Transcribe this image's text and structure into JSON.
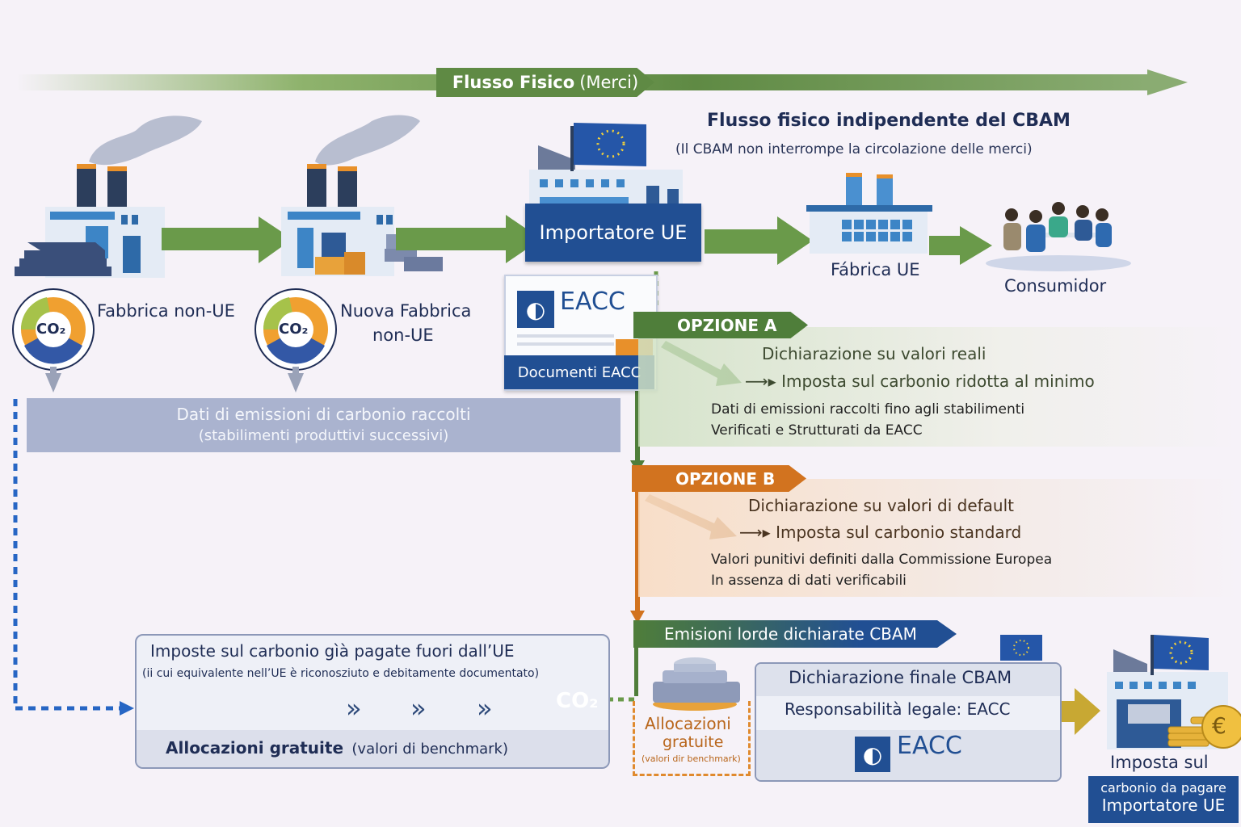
{
  "flow_banner": {
    "bold": "Flusso Fisico",
    "light": "(Merci)"
  },
  "independent_flow": {
    "title": "Flusso fisico indipendente del CBAM",
    "subtitle": "(Il CBAM non interrompe la circolazione delle merci)"
  },
  "nodes": {
    "factory_non_eu": "Fabbrica non-UE",
    "new_factory_line1": "Nuova Fabbrica",
    "new_factory_line2": "non-UE",
    "importer": "Importatore UE",
    "eu_factory": "Fábrica UE",
    "consumer": "Consumidor",
    "co2_gauge": "CO₂"
  },
  "documents": {
    "logo_text": "EACC",
    "footer": "Documenti EACC"
  },
  "emission_data": {
    "line1": "Dati di emissioni di carbonio raccolti",
    "line2": "(stabilimenti produttivi successivi)"
  },
  "option_a": {
    "tag": "OPZIONE A",
    "title": "Dichiarazione su valori reali",
    "result": "Imposta sul carbonio ridotta al minimo",
    "desc1": "Dati di emissioni raccolti fino agli stabilimenti",
    "desc2": "Verificati e Strutturati da EACC",
    "color": "#4f7e3a"
  },
  "option_b": {
    "tag": "OPZIONE B",
    "title": "Dichiarazione su valori di default",
    "result": "Imposta sul carbonio standard",
    "desc1": "Valori punitivi definiti dalla Commissione Europea",
    "desc2": "In assenza di dati verificabili",
    "color": "#d2731f"
  },
  "gross_emissions": {
    "label": "Emisioni  lorde dichiarate CBAM"
  },
  "external_taxes": {
    "title": "Imposte sul carbonio gìà pagate fuori dall’UE",
    "subtitle": "(ii cui equivalente nell’UE è riconosziuto e debitamente documentato)",
    "co2_badge": "CO₂",
    "chevrons": [
      "»",
      "»",
      "»"
    ],
    "footer_bold": "Allocazioni gratuite",
    "footer_light": "(valori di benchmark)"
  },
  "free_allocations": {
    "line1": "Allocazioni",
    "line2": "gratuite",
    "line3": "(valori dir benchmark)"
  },
  "final_declaration": {
    "title": "Dichiarazione finale CBAM",
    "responsibility": "Responsabilità legale: EACC",
    "logo_text": "EACC"
  },
  "tax_payable": {
    "line1": "Imposta sul",
    "line2": "carbonio da pagare",
    "line3": "Importatore UE",
    "coin_symbol": "€"
  },
  "colors": {
    "flow_green": "#6a9a4a",
    "eu_blue": "#214f93",
    "option_b_orange": "#d2731f",
    "tax_gold": "#c8a833"
  }
}
